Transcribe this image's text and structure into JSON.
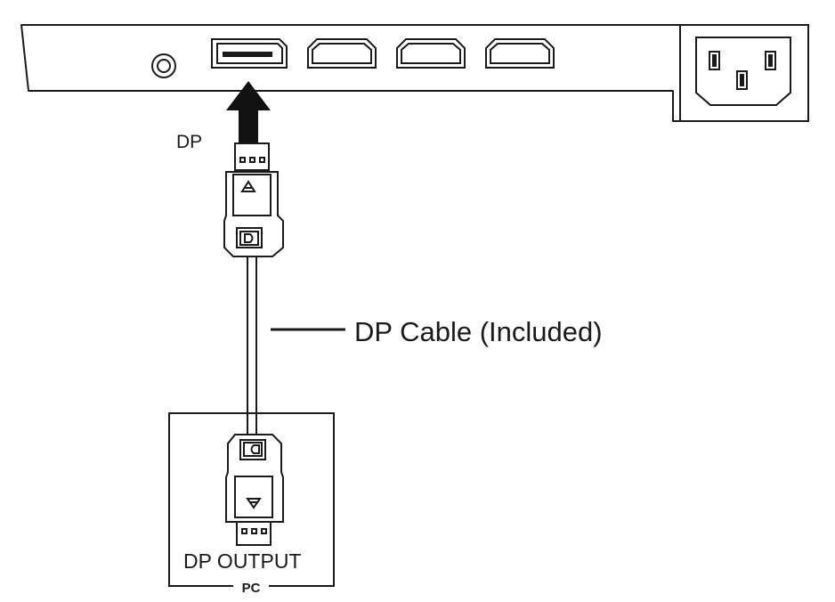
{
  "labels": {
    "dp_port": "DP",
    "cable": "DP Cable (Included)",
    "output": "DP OUTPUT",
    "pc": "PC"
  },
  "colors": {
    "stroke": "#1a1a1a",
    "fill": "#ffffff",
    "arrow": "#111111"
  }
}
